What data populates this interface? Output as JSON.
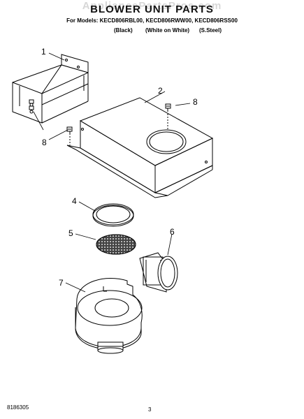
{
  "header": {
    "watermark": "AppliancePartsPros.com",
    "title": "BLOWER UNIT PARTS",
    "models_line": "For Models: KECD806RBL00, KECD806RWW00, KECD806RSS00",
    "finishes": [
      "(Black)",
      "(White on White)",
      "(S.Steel)"
    ]
  },
  "callouts": [
    "1",
    "2",
    "8",
    "8",
    "4",
    "5",
    "6",
    "7"
  ],
  "footer": {
    "part_number": "8186305",
    "page_number": "3"
  }
}
